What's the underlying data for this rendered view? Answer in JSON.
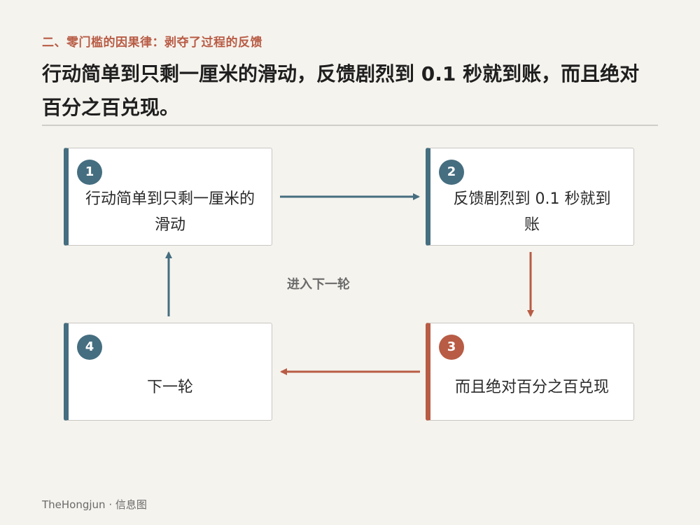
{
  "kicker": "二、零门槛的因果律：剥夺了过程的反馈",
  "headline": "行动简单到只剩一厘米的滑动，反馈剧烈到 0.1 秒就到账，而且绝对百分之百兑现。",
  "steps": [
    {
      "number": "1",
      "text": "行动简单到只剩一厘米的滑动"
    },
    {
      "number": "2",
      "text": "反馈剧烈到 0.1 秒就到账"
    },
    {
      "number": "3",
      "text": "而且绝对百分之百兑现"
    },
    {
      "number": "4",
      "text": "下一轮"
    }
  ],
  "loop_label": "进入下一轮",
  "footer": "TheHongjun · 信息图",
  "colors": {
    "background": "#f5f3ee",
    "primary": "#456e80",
    "accent": "#b85c45",
    "text": "#1f1f1f",
    "muted": "#6b6b6b"
  }
}
